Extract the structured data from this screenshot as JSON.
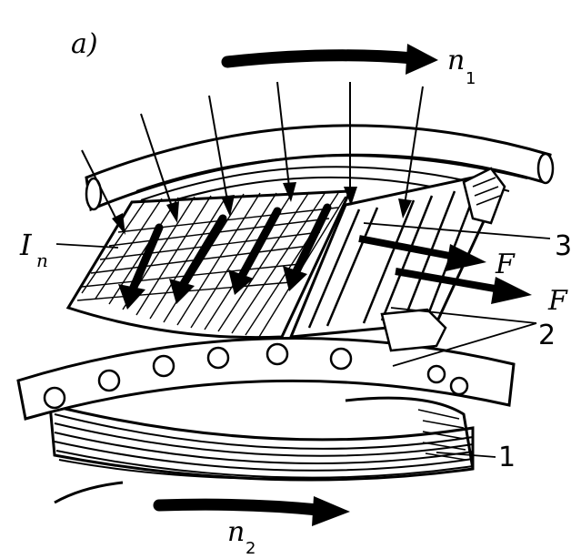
{
  "figure": {
    "panel_label": "a)",
    "labels": {
      "n1": "n",
      "n1_sub": "1",
      "n2": "n",
      "n2_sub": "2",
      "In": "I",
      "In_sub": "n",
      "F_upper": "F",
      "F_lower": "F",
      "part1": "1",
      "part2": "2",
      "part3": "3"
    }
  }
}
